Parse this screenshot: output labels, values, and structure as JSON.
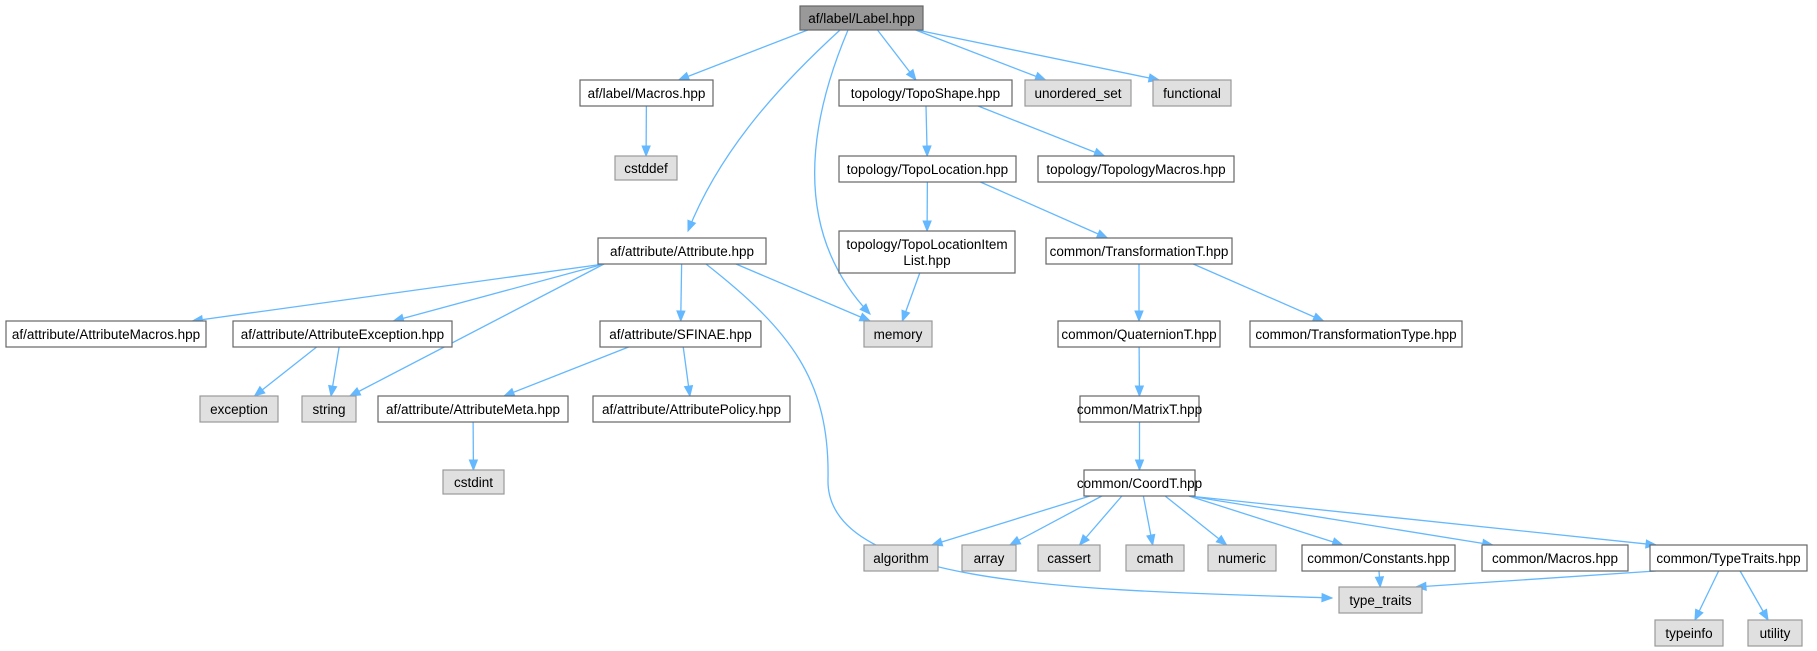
{
  "graph": {
    "nodes": [
      {
        "id": "label",
        "lines": [
          "af/label/Label.hpp"
        ],
        "kind": "current"
      },
      {
        "id": "macros",
        "lines": [
          "af/label/Macros.hpp"
        ],
        "kind": "project"
      },
      {
        "id": "cstddef",
        "lines": [
          "cstddef"
        ],
        "kind": "system"
      },
      {
        "id": "attribute",
        "lines": [
          "af/attribute/Attribute.hpp"
        ],
        "kind": "project"
      },
      {
        "id": "memory",
        "lines": [
          "memory"
        ],
        "kind": "system"
      },
      {
        "id": "toposhape",
        "lines": [
          "topology/TopoShape.hpp"
        ],
        "kind": "project"
      },
      {
        "id": "unordered_set",
        "lines": [
          "unordered_set"
        ],
        "kind": "system"
      },
      {
        "id": "functional",
        "lines": [
          "functional"
        ],
        "kind": "system"
      },
      {
        "id": "attrmacros",
        "lines": [
          "af/attribute/AttributeMacros.hpp"
        ],
        "kind": "project"
      },
      {
        "id": "attrexception",
        "lines": [
          "af/attribute/AttributeException.hpp"
        ],
        "kind": "project"
      },
      {
        "id": "string",
        "lines": [
          "string"
        ],
        "kind": "system"
      },
      {
        "id": "sfinae",
        "lines": [
          "af/attribute/SFINAE.hpp"
        ],
        "kind": "project"
      },
      {
        "id": "type_traits",
        "lines": [
          "type_traits"
        ],
        "kind": "system"
      },
      {
        "id": "exception",
        "lines": [
          "exception"
        ],
        "kind": "system"
      },
      {
        "id": "attrmeta",
        "lines": [
          "af/attribute/AttributeMeta.hpp"
        ],
        "kind": "project"
      },
      {
        "id": "attrpolicy",
        "lines": [
          "af/attribute/AttributePolicy.hpp"
        ],
        "kind": "project"
      },
      {
        "id": "cstdint",
        "lines": [
          "cstdint"
        ],
        "kind": "system"
      },
      {
        "id": "topolocation",
        "lines": [
          "topology/TopoLocation.hpp"
        ],
        "kind": "project"
      },
      {
        "id": "topologymacros",
        "lines": [
          "topology/TopologyMacros.hpp"
        ],
        "kind": "project"
      },
      {
        "id": "topolocationitemlist",
        "lines": [
          "topology/TopoLocationItem",
          "List.hpp"
        ],
        "kind": "project"
      },
      {
        "id": "transformationT",
        "lines": [
          "common/TransformationT.hpp"
        ],
        "kind": "project"
      },
      {
        "id": "quaternionT",
        "lines": [
          "common/QuaternionT.hpp"
        ],
        "kind": "project"
      },
      {
        "id": "transformationType",
        "lines": [
          "common/TransformationType.hpp"
        ],
        "kind": "project"
      },
      {
        "id": "matrixT",
        "lines": [
          "common/MatrixT.hpp"
        ],
        "kind": "project"
      },
      {
        "id": "coordT",
        "lines": [
          "common/CoordT.hpp"
        ],
        "kind": "project"
      },
      {
        "id": "algorithm",
        "lines": [
          "algorithm"
        ],
        "kind": "system"
      },
      {
        "id": "array",
        "lines": [
          "array"
        ],
        "kind": "system"
      },
      {
        "id": "cassert",
        "lines": [
          "cassert"
        ],
        "kind": "system"
      },
      {
        "id": "cmath",
        "lines": [
          "cmath"
        ],
        "kind": "system"
      },
      {
        "id": "numeric",
        "lines": [
          "numeric"
        ],
        "kind": "system"
      },
      {
        "id": "constants",
        "lines": [
          "common/Constants.hpp"
        ],
        "kind": "project"
      },
      {
        "id": "commonmacros",
        "lines": [
          "common/Macros.hpp"
        ],
        "kind": "project"
      },
      {
        "id": "typetraits",
        "lines": [
          "common/TypeTraits.hpp"
        ],
        "kind": "project"
      },
      {
        "id": "typeinfo",
        "lines": [
          "typeinfo"
        ],
        "kind": "system"
      },
      {
        "id": "utility",
        "lines": [
          "utility"
        ],
        "kind": "system"
      }
    ],
    "edges": [
      [
        "label",
        "macros"
      ],
      [
        "label",
        "attribute"
      ],
      [
        "label",
        "memory"
      ],
      [
        "label",
        "toposhape"
      ],
      [
        "label",
        "unordered_set"
      ],
      [
        "label",
        "functional"
      ],
      [
        "macros",
        "cstddef"
      ],
      [
        "attribute",
        "attrmacros"
      ],
      [
        "attribute",
        "attrexception"
      ],
      [
        "attribute",
        "string"
      ],
      [
        "attribute",
        "sfinae"
      ],
      [
        "attribute",
        "memory"
      ],
      [
        "attribute",
        "type_traits"
      ],
      [
        "attrexception",
        "exception"
      ],
      [
        "attrexception",
        "string"
      ],
      [
        "sfinae",
        "attrmeta"
      ],
      [
        "sfinae",
        "attrpolicy"
      ],
      [
        "attrmeta",
        "cstdint"
      ],
      [
        "toposhape",
        "topolocation"
      ],
      [
        "toposhape",
        "topologymacros"
      ],
      [
        "topolocation",
        "topolocationitemlist"
      ],
      [
        "topolocation",
        "transformationT"
      ],
      [
        "topolocationitemlist",
        "memory"
      ],
      [
        "transformationT",
        "quaternionT"
      ],
      [
        "transformationT",
        "transformationType"
      ],
      [
        "quaternionT",
        "matrixT"
      ],
      [
        "matrixT",
        "coordT"
      ],
      [
        "coordT",
        "algorithm"
      ],
      [
        "coordT",
        "array"
      ],
      [
        "coordT",
        "cassert"
      ],
      [
        "coordT",
        "cmath"
      ],
      [
        "coordT",
        "numeric"
      ],
      [
        "coordT",
        "constants"
      ],
      [
        "coordT",
        "commonmacros"
      ],
      [
        "coordT",
        "typetraits"
      ],
      [
        "constants",
        "type_traits"
      ],
      [
        "typetraits",
        "type_traits"
      ],
      [
        "typetraits",
        "typeinfo"
      ],
      [
        "typetraits",
        "utility"
      ]
    ]
  }
}
